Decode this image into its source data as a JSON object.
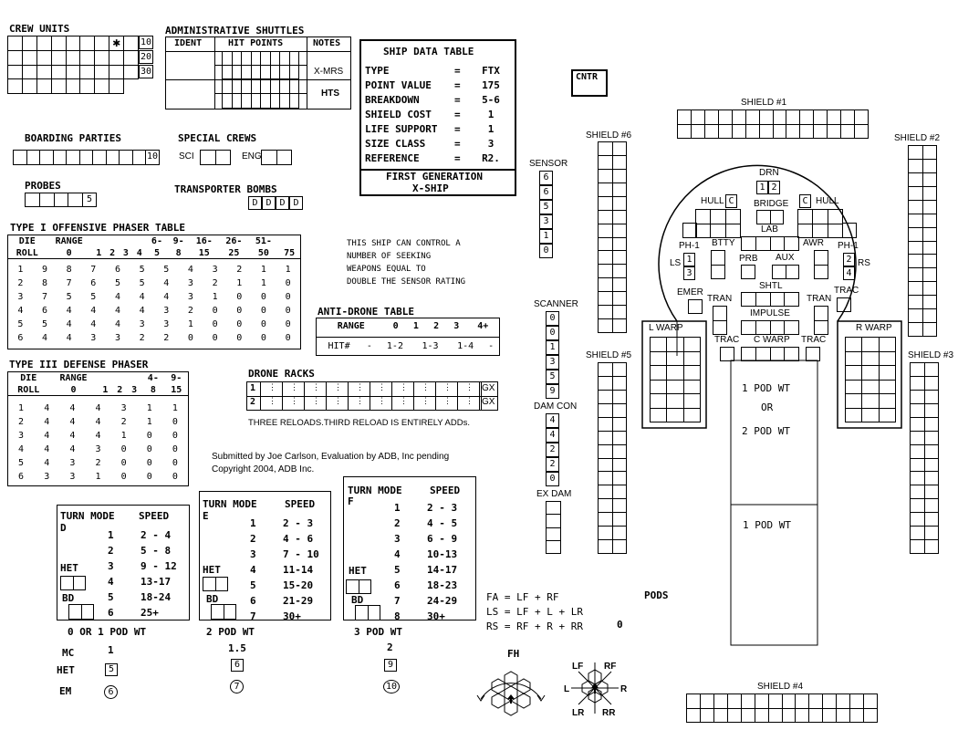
{
  "crew_units": {
    "title": "CREW UNITS",
    "labels": [
      "10",
      "20",
      "30"
    ]
  },
  "admin_shuttles": {
    "title": "ADMINISTRATIVE SHUTTLES",
    "headers": [
      "IDENT",
      "HIT POINTS",
      "NOTES"
    ],
    "notes": [
      "",
      "X-MRS",
      "HTS"
    ]
  },
  "ship_data": {
    "title": "SHIP DATA TABLE",
    "rows": [
      {
        "k": "TYPE",
        "v": "FTX"
      },
      {
        "k": "POINT VALUE",
        "v": "175"
      },
      {
        "k": "BREAKDOWN",
        "v": "5-6"
      },
      {
        "k": "SHIELD COST",
        "v": "1"
      },
      {
        "k": "LIFE SUPPORT",
        "v": "1"
      },
      {
        "k": "SIZE CLASS",
        "v": "3"
      },
      {
        "k": "REFERENCE",
        "v": "R2."
      }
    ],
    "footer1": "FIRST GENERATION",
    "footer2": "X-SHIP"
  },
  "cntr": "CNTR",
  "boarding": {
    "title": "BOARDING PARTIES",
    "end": "10"
  },
  "special_crews": {
    "title": "SPECIAL  CREWS",
    "sci": "SCI",
    "eng": "ENG"
  },
  "probes": {
    "title": "PROBES",
    "end": "5"
  },
  "tbombs": {
    "title": "TRANSPORTER BOMBS",
    "cells": [
      "D",
      "D",
      "D",
      "D"
    ]
  },
  "phaser1": {
    "title": "TYPE I OFFENSIVE PHASER TABLE",
    "h1": [
      "DIE",
      "RANGE",
      "",
      "",
      "",
      "",
      "6-",
      "9-",
      "16-",
      "26-",
      "51-"
    ],
    "h2": [
      "ROLL",
      "0",
      "1",
      "2",
      "3",
      "4",
      "5",
      "8",
      "15",
      "25",
      "50",
      "75"
    ],
    "rows": [
      [
        "1",
        "9",
        "8",
        "7",
        "6",
        "5",
        "5",
        "4",
        "3",
        "2",
        "1",
        "1"
      ],
      [
        "2",
        "8",
        "7",
        "6",
        "5",
        "5",
        "4",
        "3",
        "2",
        "1",
        "1",
        "0"
      ],
      [
        "3",
        "7",
        "5",
        "5",
        "4",
        "4",
        "4",
        "3",
        "1",
        "0",
        "0",
        "0"
      ],
      [
        "4",
        "6",
        "4",
        "4",
        "4",
        "4",
        "3",
        "2",
        "0",
        "0",
        "0",
        "0"
      ],
      [
        "5",
        "5",
        "4",
        "4",
        "4",
        "3",
        "3",
        "1",
        "0",
        "0",
        "0",
        "0"
      ],
      [
        "6",
        "4",
        "4",
        "3",
        "3",
        "2",
        "2",
        "0",
        "0",
        "0",
        "0",
        "0"
      ]
    ]
  },
  "seeking_note": [
    "THIS SHIP CAN CONTROL A",
    "NUMBER OF SEEKING",
    "WEAPONS EQUAL TO",
    "DOUBLE THE SENSOR RATING"
  ],
  "antidrone": {
    "title": "ANTI-DRONE TABLE",
    "h": [
      "RANGE",
      "0",
      "1",
      "2",
      "3",
      "4+"
    ],
    "r": [
      "HIT#",
      "-",
      "1-2",
      "1-3",
      "1-4",
      "-"
    ]
  },
  "phaser3": {
    "title": "TYPE III DEFENSE PHASER",
    "h1": [
      "DIE",
      "RANGE",
      "",
      "",
      "",
      "4-",
      "9-"
    ],
    "h2": [
      "ROLL",
      "0",
      "1",
      "2",
      "3",
      "8",
      "15"
    ],
    "rows": [
      [
        "1",
        "4",
        "4",
        "4",
        "3",
        "1",
        "1"
      ],
      [
        "2",
        "4",
        "4",
        "4",
        "2",
        "1",
        "0"
      ],
      [
        "3",
        "4",
        "4",
        "4",
        "1",
        "0",
        "0"
      ],
      [
        "4",
        "4",
        "4",
        "3",
        "0",
        "0",
        "0"
      ],
      [
        "5",
        "4",
        "3",
        "2",
        "0",
        "0",
        "0"
      ],
      [
        "6",
        "3",
        "3",
        "1",
        "0",
        "0",
        "0"
      ]
    ]
  },
  "drone_racks": {
    "title": "DRONE RACKS",
    "rows": [
      "1",
      "2"
    ],
    "gx": "GX",
    "note": "THREE RELOADS.THIRD RELOAD IS ENTIRELY ADDs."
  },
  "credit": [
    "Submitted by Joe Carlson, Evaluation by ADB, Inc pending",
    "Copyright  2004, ADB Inc."
  ],
  "turn_d": {
    "label": "TURN MODE",
    "mode": "D",
    "speed": "SPEED",
    "rows": [
      [
        "1",
        "2 - 4"
      ],
      [
        "2",
        "5 - 8"
      ],
      [
        "3",
        "9 - 12"
      ],
      [
        "4",
        "13-17"
      ],
      [
        "5",
        "18-24"
      ],
      [
        "6",
        "25+"
      ]
    ],
    "het": "HET",
    "bd": "BD",
    "caption": "0  OR  1 POD WT",
    "mc": "1",
    "hetv": "5",
    "em": "6"
  },
  "turn_e": {
    "label": "TURN MODE",
    "mode": "E",
    "speed": "SPEED",
    "rows": [
      [
        "1",
        "2 - 3"
      ],
      [
        "2",
        "4 - 6"
      ],
      [
        "3",
        "7 - 10"
      ],
      [
        "4",
        "11-14"
      ],
      [
        "5",
        "15-20"
      ],
      [
        "6",
        "21-29"
      ],
      [
        "7",
        "30+"
      ]
    ],
    "het": "HET",
    "bd": "BD",
    "caption": "2 POD  WT",
    "mc": "1.5",
    "hetv": "6",
    "em": "7"
  },
  "turn_f": {
    "label": "TURN MODE",
    "mode": "F",
    "speed": "SPEED",
    "rows": [
      [
        "1",
        "2 - 3"
      ],
      [
        "2",
        "4 - 5"
      ],
      [
        "3",
        "6 - 9"
      ],
      [
        "4",
        "10-13"
      ],
      [
        "5",
        "14-17"
      ],
      [
        "6",
        "18-23"
      ],
      [
        "7",
        "24-29"
      ],
      [
        "8",
        "30+"
      ]
    ],
    "het": "HET",
    "bd": "BD",
    "caption": "3 POD  WT",
    "mc": "2",
    "hetv": "9",
    "em": "10"
  },
  "row_labels": {
    "mc": "MC",
    "het": "HET",
    "em": "EM"
  },
  "formulas": [
    "FA = LF + RF",
    "LS = LF + L + LR",
    "RS = RF + R + RR"
  ],
  "pods_label": "PODS",
  "pods_zero": "0",
  "systems": {
    "sensor": {
      "label": "SENSOR",
      "values": [
        "6",
        "6",
        "5",
        "3",
        "1",
        "0"
      ]
    },
    "scanner": {
      "label": "SCANNER",
      "values": [
        "0",
        "0",
        "1",
        "3",
        "5",
        "9"
      ]
    },
    "damcon": {
      "label": "DAM CON",
      "values": [
        "4",
        "4",
        "2",
        "2",
        "0"
      ]
    },
    "exdam": {
      "label": "EX DAM"
    }
  },
  "shields": {
    "s1": "SHIELD #1",
    "s2": "SHIELD  #2",
    "s3": "SHIELD #3",
    "s4": "SHIELD #4",
    "s5": "SHIELD #5",
    "s6": "SHIELD  #6"
  },
  "ship": {
    "drn": "DRN",
    "drn_cells": [
      "1",
      "2"
    ],
    "hull": "HULL",
    "c": "C",
    "bridge": "BRIDGE",
    "lab": "LAB",
    "ph1": "PH-1",
    "ls": "LS",
    "rs": "RS",
    "ph_l": [
      "1",
      "3"
    ],
    "ph_r": [
      "2",
      "4"
    ],
    "btty": "BTTY",
    "prb": "PRB",
    "aux": "AUX",
    "awr": "AWR",
    "emer": "EMER",
    "trac": "TRAC",
    "tran": "TRAN",
    "shtl": "SHTL",
    "impulse": "IMPULSE",
    "lwarp": "L WARP",
    "rwarp": "R WARP",
    "cwarp": "C WARP",
    "pod1a": "1 POD WT",
    "pod_or": "OR",
    "pod1b": "2 POD WT",
    "pod2": "1 POD WT"
  },
  "fh": "FH",
  "compass": {
    "lf": "LF",
    "rf": "RF",
    "l": "L",
    "r": "R",
    "lr": "LR",
    "rr": "RR"
  }
}
